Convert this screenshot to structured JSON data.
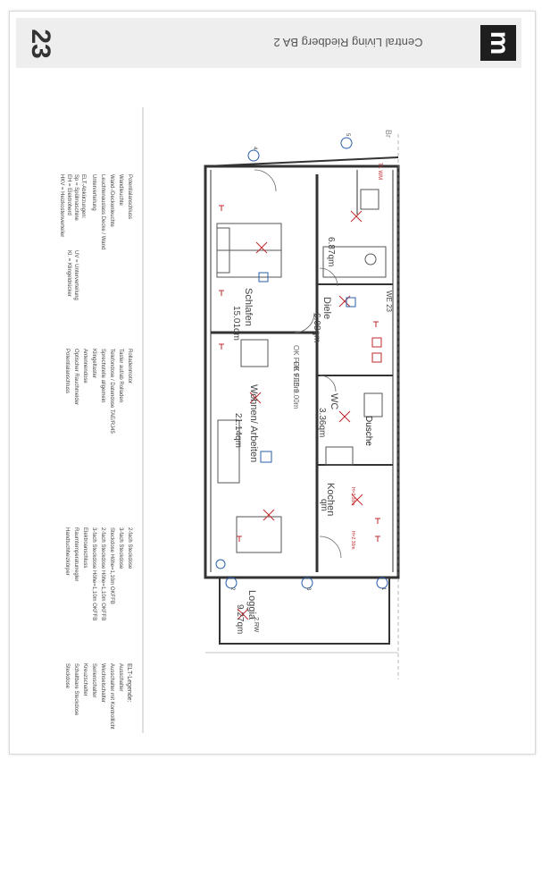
{
  "header": {
    "page_number": "23",
    "project": "Central Living Riedberg BA 2",
    "logo": "m"
  },
  "rooms": [
    {
      "name": "Schlafen",
      "area": "15.01qm"
    },
    {
      "name": "Diele",
      "area": "6.08qm"
    },
    {
      "name": "Wohnen/\nArbeiten",
      "area": "21.14qm"
    },
    {
      "name": "WC",
      "area": "3.36qm"
    },
    {
      "name": "Kochen",
      "area": "qm"
    },
    {
      "name": "Loggia",
      "area": "9.27qm"
    },
    {
      "name": "",
      "area": "6.87qm"
    }
  ],
  "plan_labels": {
    "unit": "WE 23",
    "dusche": "Dusche",
    "ok_ffb_1": "OK FFB 9.15m",
    "ok_ffb_2": "OK FFB 9.00m",
    "tr_wm": "Tr. WM",
    "rw": "2.RW",
    "height_1": "H=2.30m",
    "height_2": "H=2.30m",
    "axis_4": "4",
    "axis_5": "5",
    "axis_1": "1",
    "axis_2": "2",
    "axis_3": "3",
    "br": "Br"
  },
  "legend": {
    "title": "ELT-Legende:",
    "col1": [
      "Ausschalter",
      "Ausschalter mit Kontrolllicht",
      "Wechselschalter",
      "Serienschalter",
      "Kreuzschalter",
      "Schaltbare Steckdose",
      "Steckdose"
    ],
    "col2": [
      "2-fach Steckdose",
      "3-fach Steckdose",
      "Steckdose Höhe=1,10m OKFFB",
      "2-fach Steckdose Höhe=1,10m OKFFB",
      "3-fach Steckdose Höhe=1,10m OKFFB",
      "Elektroanschluss",
      "Raumtemperaturregler",
      "Handtuchheizkörper"
    ],
    "col3": [
      "Rolladenmotor",
      "Taster auf/ab Rolladen",
      "Telefondose / Datendose TAE/RJ45",
      "Sprechstelle allgemein",
      "Klingeltaster",
      "Antennendose",
      "Optischer Rauchmelder",
      "Potentialanschluss"
    ],
    "col4": [
      "Potentialanschluss",
      "Wandleuchte",
      "Wand-/Deckenleuchte",
      "Leuchtenauslass Decke / Wand",
      "Unterverteilung"
    ],
    "abbrev_title": "ELT-Abkürzungen:",
    "abbrev": [
      "Sp  = Spülmaschine",
      "EH  = Elektroherd",
      "HKV = Heizkostenverteiler",
      "UV  = Unterverteilung",
      "Kl.  = Klingeldrücker"
    ]
  }
}
